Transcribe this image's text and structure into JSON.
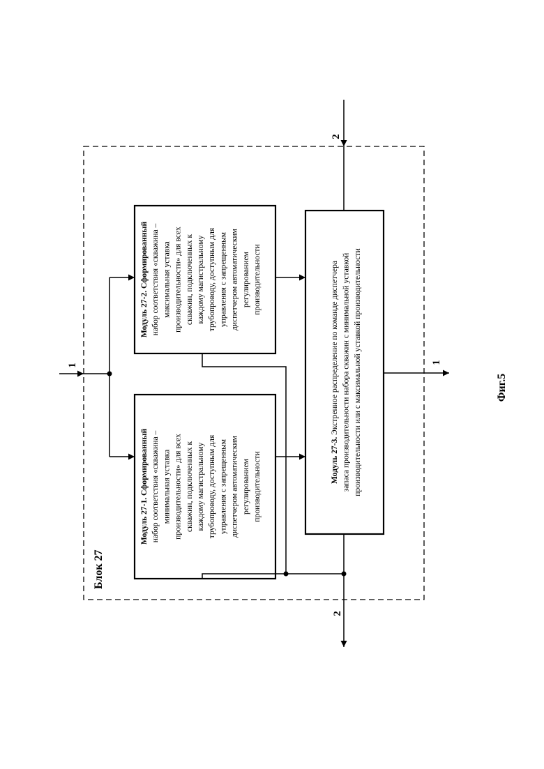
{
  "block": {
    "label": "Блок 27"
  },
  "modules": [
    {
      "id": "m27-1",
      "lines": [
        {
          "text": "Модуль 27-1. Сформированный",
          "bold": true
        },
        {
          "text": "набор соответствия «скважина –",
          "bold": false
        },
        {
          "text": "минимальная уставка",
          "bold": false
        },
        {
          "text": "производительности» для всех",
          "bold": false
        },
        {
          "text": "скважин, подключенных к",
          "bold": false
        },
        {
          "text": "каждому магистральному",
          "bold": false
        },
        {
          "text": "трубопроводу, доступным для",
          "bold": false
        },
        {
          "text": "управления с запрещенным",
          "bold": false
        },
        {
          "text": "диспетчером автоматическим",
          "bold": false
        },
        {
          "text": "регулированием",
          "bold": false
        },
        {
          "text": "производительности",
          "bold": false
        }
      ]
    },
    {
      "id": "m27-2",
      "lines": [
        {
          "text": "Модуль 27-2. Сформированный",
          "bold": true
        },
        {
          "text": "набор соответствия «скважина –",
          "bold": false
        },
        {
          "text": "максимальная уставка",
          "bold": false
        },
        {
          "text": "производительности» для всех",
          "bold": false
        },
        {
          "text": "скважин, подключенных к",
          "bold": false
        },
        {
          "text": "каждому магистральному",
          "bold": false
        },
        {
          "text": "трубопроводу, доступным для",
          "bold": false
        },
        {
          "text": "управления с запрещенным",
          "bold": false
        },
        {
          "text": "диспетчером автоматическим",
          "bold": false
        },
        {
          "text": "регулированием",
          "bold": false
        },
        {
          "text": "производительности",
          "bold": false
        }
      ]
    },
    {
      "id": "m27-3",
      "lines": [
        {
          "text": "Модуль 27-3. Экстренное распределение  по команде диспетчера",
          "bold": false,
          "boldPrefix": "Модуль 27-3."
        },
        {
          "text": "запаса производительности набора скважин с минимальной уставкой",
          "bold": false
        },
        {
          "text": "производительности или с максимальной уставкой производительности",
          "bold": false
        }
      ]
    }
  ],
  "ports": {
    "input_1": "1",
    "input_2": "2",
    "output_1": "1",
    "output_2": "2"
  },
  "figure": {
    "caption": "Фиг.5"
  }
}
